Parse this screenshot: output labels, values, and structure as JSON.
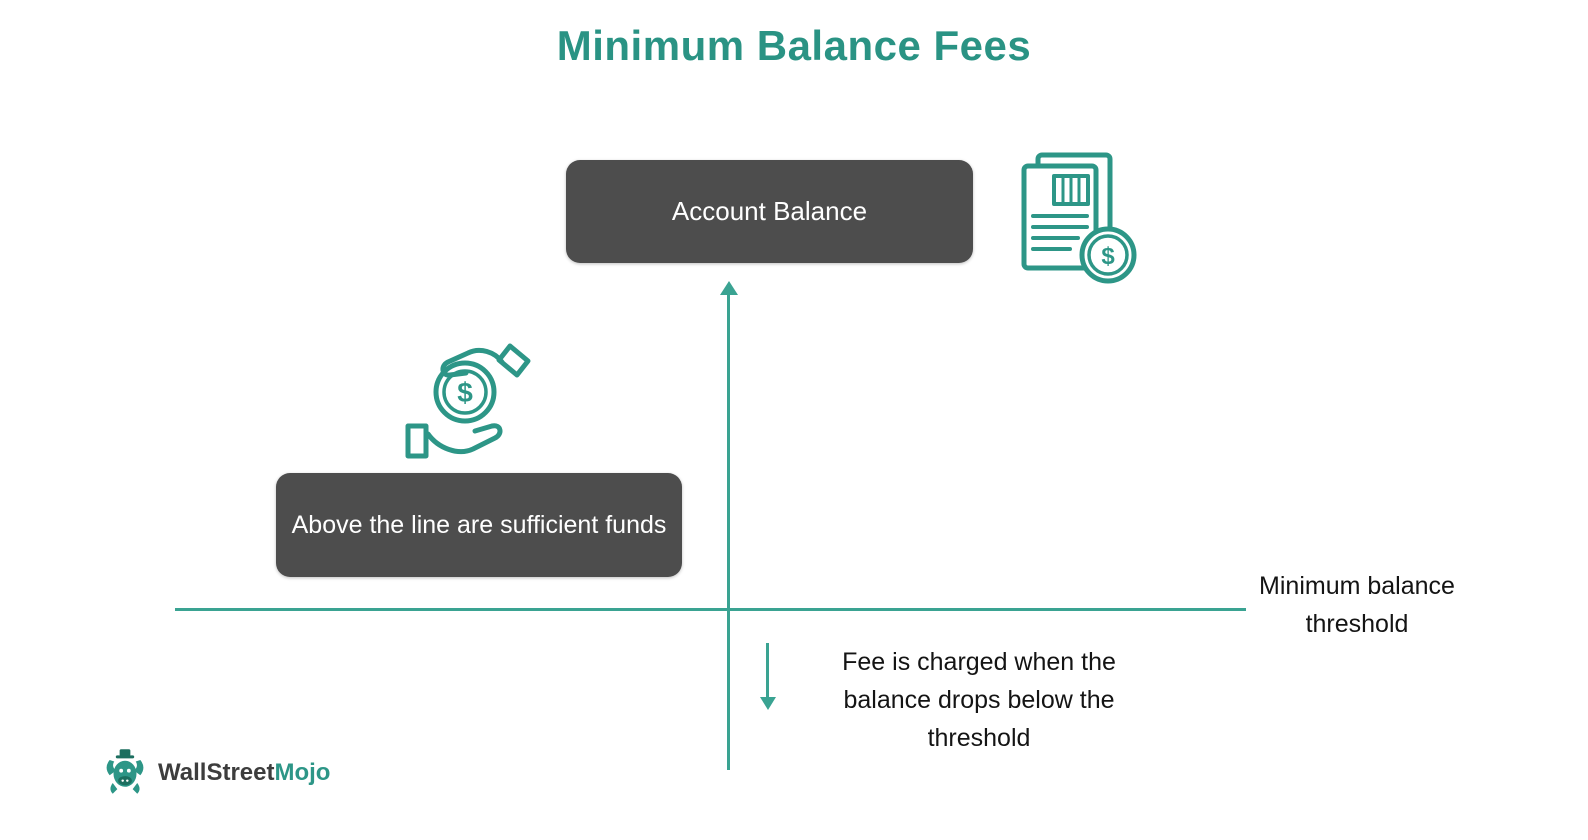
{
  "title": "Minimum Balance Fees",
  "nodes": {
    "account_balance": "Account Balance",
    "above_line": "Above the line are sufficient funds"
  },
  "annotations": {
    "threshold": "Minimum balance threshold",
    "fee_note": "Fee is charged when the balance drops below the threshold"
  },
  "icons": {
    "statement": "financial-statement-with-dollar-coin",
    "hand_coin": "hands-holding-dollar-coin",
    "mascot": "bull-mascot"
  },
  "logo": {
    "part1": "WallStreet",
    "part2": "Mojo"
  },
  "colors": {
    "accent": "#2a9384",
    "line": "#3aa392",
    "box_bg": "#4d4d4d",
    "text": "#141414"
  }
}
